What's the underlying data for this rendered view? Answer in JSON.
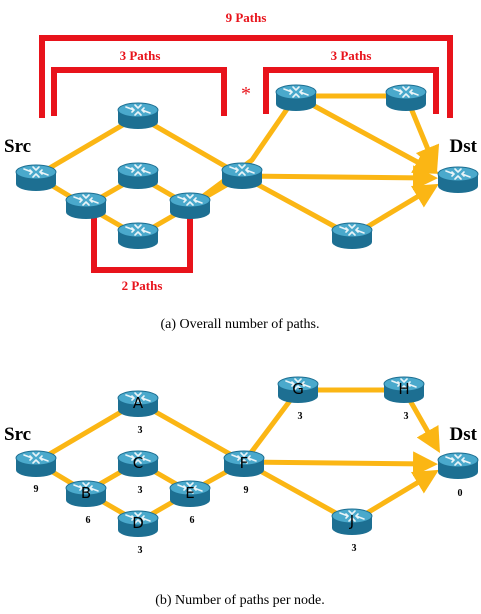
{
  "colors": {
    "path": "#fbb614",
    "bracket": "#e8131b",
    "router_body": "#1d6f92",
    "router_top": "#4aa9cc",
    "router_arrows": "#e9f4f8"
  },
  "top": {
    "brackets": {
      "nine": "9 Paths",
      "three_left": "3 Paths",
      "three_right": "3 Paths",
      "two": "2 Paths"
    },
    "asterisk": "*",
    "src": "Src",
    "dst": "Dst",
    "caption": "(a) Overall number of paths."
  },
  "bottom": {
    "src": "Src",
    "dst": "Dst",
    "nodes": {
      "src": {
        "letter": "",
        "count": "9"
      },
      "A": {
        "letter": "A",
        "count": "3"
      },
      "B": {
        "letter": "B",
        "count": "6"
      },
      "C": {
        "letter": "C",
        "count": "3"
      },
      "D": {
        "letter": "D",
        "count": "3"
      },
      "E": {
        "letter": "E",
        "count": "6"
      },
      "F": {
        "letter": "F",
        "count": "9"
      },
      "G": {
        "letter": "G",
        "count": "3"
      },
      "H": {
        "letter": "H",
        "count": "3"
      },
      "J": {
        "letter": "J",
        "count": "3"
      },
      "dst": {
        "letter": "",
        "count": "0"
      }
    },
    "caption": "(b) Number of paths per node."
  }
}
